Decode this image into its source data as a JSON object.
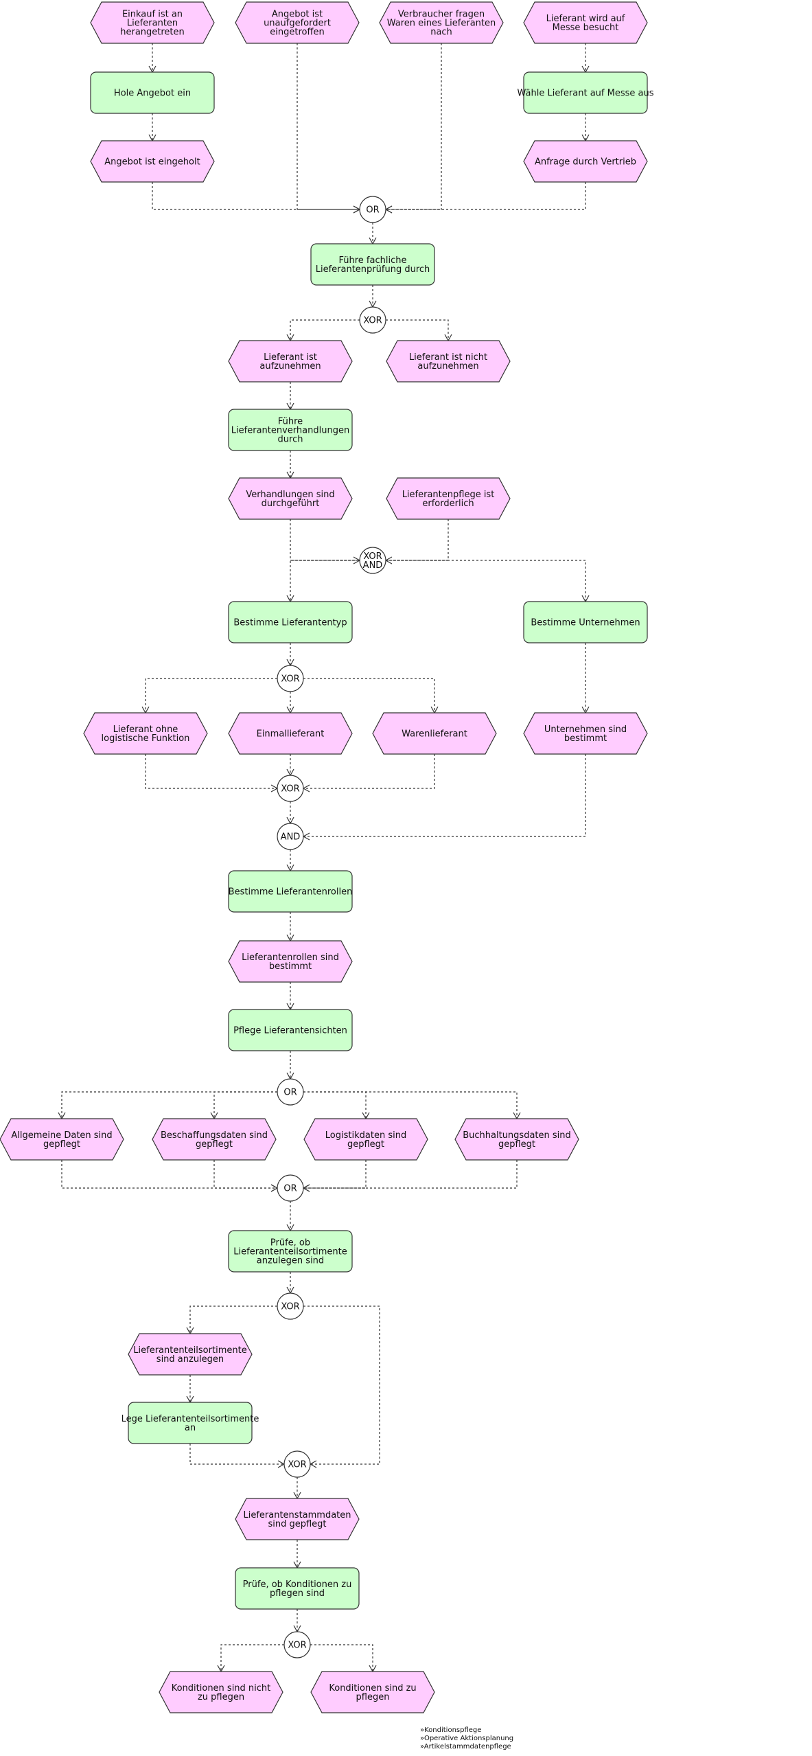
{
  "colors": {
    "event_fill": "#ffccff",
    "function_fill": "#ccffcc",
    "stroke": "#333333",
    "operator_fill": "#ffffff"
  },
  "nodes": [
    {
      "id": "e1",
      "type": "event",
      "lines": [
        "Einkauf ist an",
        "Lieferanten",
        "herangetreten"
      ]
    },
    {
      "id": "e2",
      "type": "event",
      "lines": [
        "Angebot ist",
        "unaufgefordert",
        "eingetroffen"
      ]
    },
    {
      "id": "e3",
      "type": "event",
      "lines": [
        "Verbraucher fragen",
        "Waren eines Lieferanten",
        "nach"
      ]
    },
    {
      "id": "e4",
      "type": "event",
      "lines": [
        "Lieferant wird auf",
        "Messe besucht"
      ]
    },
    {
      "id": "f1",
      "type": "function",
      "lines": [
        "Hole Angebot ein"
      ]
    },
    {
      "id": "f2",
      "type": "function",
      "lines": [
        "Wähle Lieferant auf Messe aus"
      ]
    },
    {
      "id": "e5",
      "type": "event",
      "lines": [
        "Angebot ist eingeholt"
      ]
    },
    {
      "id": "e6",
      "type": "event",
      "lines": [
        "Anfrage durch Vertrieb"
      ]
    },
    {
      "id": "o1",
      "type": "operator",
      "lines": [
        "OR"
      ]
    },
    {
      "id": "f3",
      "type": "function",
      "lines": [
        "Führe fachliche",
        "Lieferantenprüfung durch"
      ]
    },
    {
      "id": "o2",
      "type": "operator",
      "lines": [
        "XOR"
      ]
    },
    {
      "id": "e7",
      "type": "event",
      "lines": [
        "Lieferant ist",
        "aufzunehmen"
      ]
    },
    {
      "id": "e8",
      "type": "event",
      "lines": [
        "Lieferant ist nicht",
        "aufzunehmen"
      ]
    },
    {
      "id": "f4",
      "type": "function",
      "lines": [
        "Führe",
        "Lieferantenverhandlungen",
        "durch"
      ]
    },
    {
      "id": "e9",
      "type": "event",
      "lines": [
        "Verhandlungen sind",
        "durchgeführt"
      ]
    },
    {
      "id": "e10",
      "type": "event",
      "lines": [
        "Lieferantenpflege ist",
        "erforderlich"
      ]
    },
    {
      "id": "o3",
      "type": "operator",
      "lines": [
        "XOR",
        "AND"
      ]
    },
    {
      "id": "f5",
      "type": "function",
      "lines": [
        "Bestimme Lieferantentyp"
      ]
    },
    {
      "id": "f6",
      "type": "function",
      "lines": [
        "Bestimme Unternehmen"
      ]
    },
    {
      "id": "o4",
      "type": "operator",
      "lines": [
        "XOR"
      ]
    },
    {
      "id": "e11",
      "type": "event",
      "lines": [
        "Lieferant ohne",
        "logistische Funktion"
      ]
    },
    {
      "id": "e12",
      "type": "event",
      "lines": [
        "Einmallieferant"
      ]
    },
    {
      "id": "e13",
      "type": "event",
      "lines": [
        "Warenlieferant"
      ]
    },
    {
      "id": "e14",
      "type": "event",
      "lines": [
        "Unternehmen sind",
        "bestimmt"
      ]
    },
    {
      "id": "o5",
      "type": "operator",
      "lines": [
        "XOR"
      ]
    },
    {
      "id": "o6",
      "type": "operator",
      "lines": [
        "AND"
      ]
    },
    {
      "id": "f7",
      "type": "function",
      "lines": [
        "Bestimme Lieferantenrollen"
      ]
    },
    {
      "id": "e15",
      "type": "event",
      "lines": [
        "Lieferantenrollen sind",
        "bestimmt"
      ]
    },
    {
      "id": "f8",
      "type": "function",
      "lines": [
        "Pflege Lieferantensichten"
      ]
    },
    {
      "id": "o7",
      "type": "operator",
      "lines": [
        "OR"
      ]
    },
    {
      "id": "e16",
      "type": "event",
      "lines": [
        "Allgemeine Daten sind",
        "gepflegt"
      ]
    },
    {
      "id": "e17",
      "type": "event",
      "lines": [
        "Beschaffungsdaten sind",
        "gepflegt"
      ]
    },
    {
      "id": "e18",
      "type": "event",
      "lines": [
        "Logistikdaten sind",
        "gepflegt"
      ]
    },
    {
      "id": "e19",
      "type": "event",
      "lines": [
        "Buchhaltungsdaten sind",
        "gepflegt"
      ]
    },
    {
      "id": "o8",
      "type": "operator",
      "lines": [
        "OR"
      ]
    },
    {
      "id": "f9",
      "type": "function",
      "lines": [
        "Prüfe, ob",
        "Lieferantenteilsortimente",
        "anzulegen sind"
      ]
    },
    {
      "id": "o9",
      "type": "operator",
      "lines": [
        "XOR"
      ]
    },
    {
      "id": "e20",
      "type": "event",
      "lines": [
        "Lieferantenteilsortimente",
        "sind anzulegen"
      ]
    },
    {
      "id": "f10",
      "type": "function",
      "lines": [
        "Lege Lieferantenteilsortimente",
        "an"
      ]
    },
    {
      "id": "o10",
      "type": "operator",
      "lines": [
        "XOR"
      ]
    },
    {
      "id": "e21",
      "type": "event",
      "lines": [
        "Lieferantenstammdaten",
        "sind gepflegt"
      ]
    },
    {
      "id": "f11",
      "type": "function",
      "lines": [
        "Prüfe, ob Konditionen zu",
        "pflegen sind"
      ]
    },
    {
      "id": "o11",
      "type": "operator",
      "lines": [
        "XOR"
      ]
    },
    {
      "id": "e22",
      "type": "event",
      "lines": [
        "Konditionen sind nicht",
        "zu pflegen"
      ]
    },
    {
      "id": "e23",
      "type": "event",
      "lines": [
        "Konditionen sind zu",
        "pflegen"
      ]
    }
  ],
  "connections": [
    [
      "e1",
      "f1"
    ],
    [
      "f1",
      "e5"
    ],
    [
      "e5",
      "o1"
    ],
    [
      "e2",
      "o1"
    ],
    [
      "e3",
      "o1"
    ],
    [
      "e4",
      "f2"
    ],
    [
      "f2",
      "e6"
    ],
    [
      "e6",
      "o1"
    ],
    [
      "o1",
      "f3"
    ],
    [
      "f3",
      "o2"
    ],
    [
      "o2",
      "e7"
    ],
    [
      "o2",
      "e8"
    ],
    [
      "e7",
      "f4"
    ],
    [
      "f4",
      "e9"
    ],
    [
      "e9",
      "o3"
    ],
    [
      "e10",
      "o3"
    ],
    [
      "o3",
      "f5"
    ],
    [
      "o3",
      "f6"
    ],
    [
      "f5",
      "o4"
    ],
    [
      "o4",
      "e11"
    ],
    [
      "o4",
      "e12"
    ],
    [
      "o4",
      "e13"
    ],
    [
      "f6",
      "e14"
    ],
    [
      "e11",
      "o5"
    ],
    [
      "e12",
      "o5"
    ],
    [
      "e13",
      "o5"
    ],
    [
      "o5",
      "o6"
    ],
    [
      "e14",
      "o6"
    ],
    [
      "o6",
      "f7"
    ],
    [
      "f7",
      "e15"
    ],
    [
      "e15",
      "f8"
    ],
    [
      "f8",
      "o7"
    ],
    [
      "o7",
      "e16"
    ],
    [
      "o7",
      "e17"
    ],
    [
      "o7",
      "e18"
    ],
    [
      "o7",
      "e19"
    ],
    [
      "e16",
      "o8"
    ],
    [
      "e17",
      "o8"
    ],
    [
      "e18",
      "o8"
    ],
    [
      "e19",
      "o8"
    ],
    [
      "o8",
      "f9"
    ],
    [
      "f9",
      "o9"
    ],
    [
      "o9",
      "e20"
    ],
    [
      "e20",
      "f10"
    ],
    [
      "f10",
      "o10"
    ],
    [
      "o9",
      "o10"
    ],
    [
      "o10",
      "e21"
    ],
    [
      "e21",
      "f11"
    ],
    [
      "f11",
      "o11"
    ],
    [
      "o11",
      "e22"
    ],
    [
      "o11",
      "e23"
    ]
  ],
  "legend": [
    "»Konditionspflege",
    "»Operative Aktionsplanung",
    "»Artikelstammdatenpflege"
  ]
}
